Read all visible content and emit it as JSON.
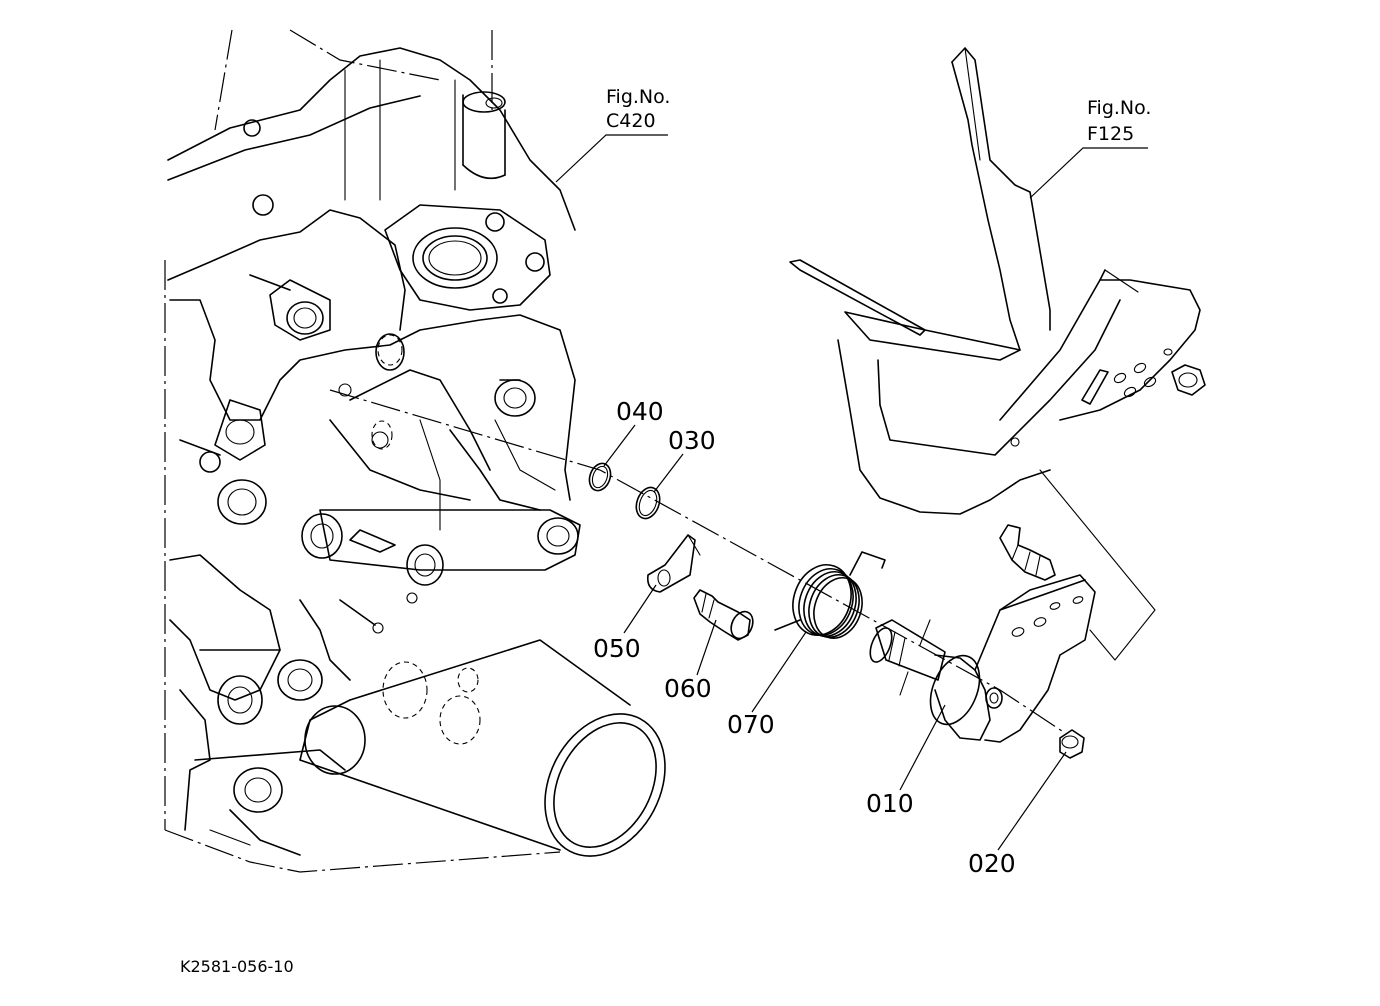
{
  "figure_refs": [
    {
      "id": "c420",
      "line1": "Fig.No.",
      "line2": "C420"
    },
    {
      "id": "f125",
      "line1": "Fig.No.",
      "line2": "F125"
    }
  ],
  "parts": [
    {
      "id": "010",
      "label": "010"
    },
    {
      "id": "020",
      "label": "020"
    },
    {
      "id": "030",
      "label": "030"
    },
    {
      "id": "040",
      "label": "040"
    },
    {
      "id": "050",
      "label": "050"
    },
    {
      "id": "060",
      "label": "060"
    },
    {
      "id": "070",
      "label": "070"
    }
  ],
  "document_code": "K2581-056-10"
}
